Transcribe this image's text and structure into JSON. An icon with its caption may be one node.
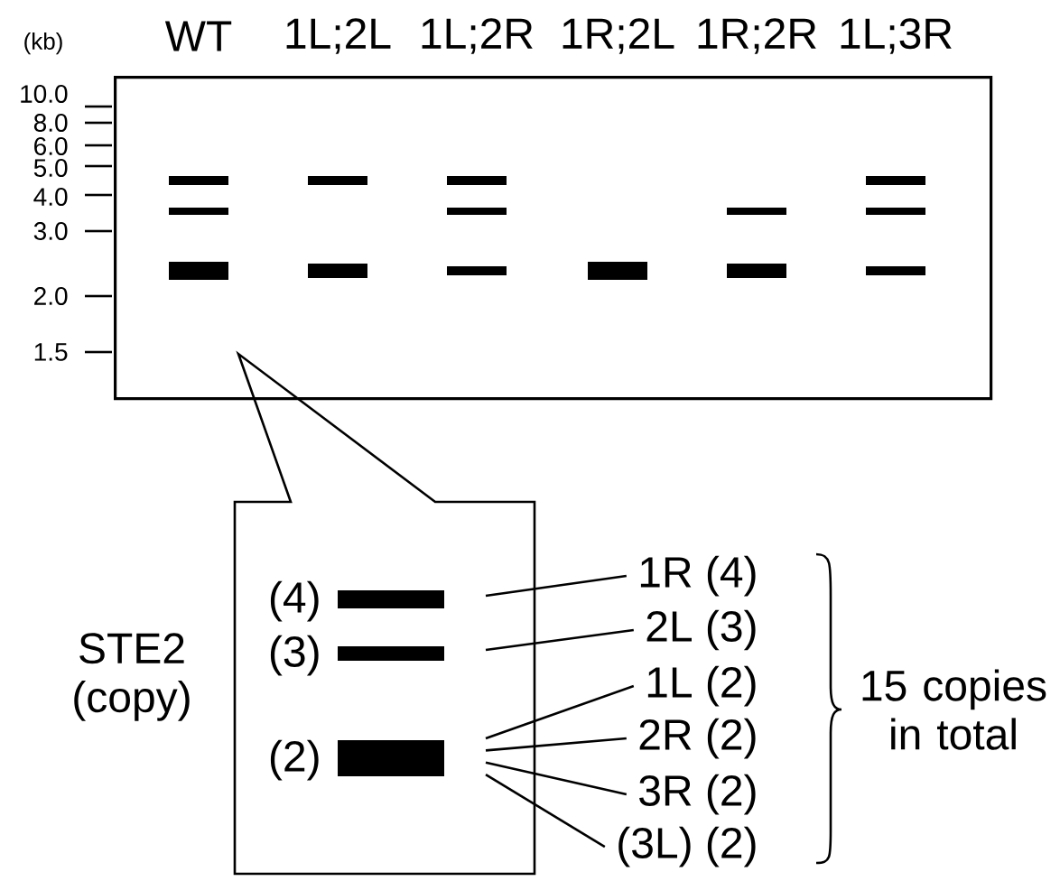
{
  "diagram": {
    "nodes": [
      {
        "text": [],
        "shape": "box"
      },
      {
        "text": [],
        "shape": "box"
      },
      {
        "text": [],
        "shape": "bar",
        "in": 1,
        "beside": [
          "(4)"
        ]
      },
      {
        "text": [],
        "shape": "bar",
        "in": 1,
        "beside": [
          "(3)"
        ]
      },
      {
        "text": [],
        "shape": "bar",
        "in": 1,
        "beside": [
          "(2)"
        ]
      },
      {
        "text": [
          "1R (4)"
        ]
      },
      {
        "text": [
          "2L (3)"
        ]
      },
      {
        "text": [
          "1L (2)"
        ]
      },
      {
        "text": [
          "2R (2)"
        ]
      },
      {
        "text": [
          "3R (2)"
        ]
      },
      {
        "text": [
          "(3L) (2)"
        ]
      }
    ],
    "edges": [
      {
        "from": 2,
        "to": 5,
        "arrow": "none"
      },
      {
        "from": 3,
        "to": 6,
        "arrow": "none"
      },
      {
        "from": 4,
        "to": 7,
        "arrow": "none"
      },
      {
        "from": 4,
        "to": 8,
        "arrow": "none"
      },
      {
        "from": 4,
        "to": 9,
        "arrow": "none"
      },
      {
        "from": 4,
        "to": 10,
        "arrow": "none"
      }
    ],
    "labels": [
      "(kb)",
      "WT",
      "1L;2L",
      "1L;2R",
      "1R;2L",
      "1R;2R",
      "1L;3R",
      "10.0",
      "8.0",
      "6.0",
      "5.0",
      "4.0",
      "3.0",
      "2.0",
      "1.5",
      "STE2 (copy)",
      "15 copies in total"
    ]
  }
}
